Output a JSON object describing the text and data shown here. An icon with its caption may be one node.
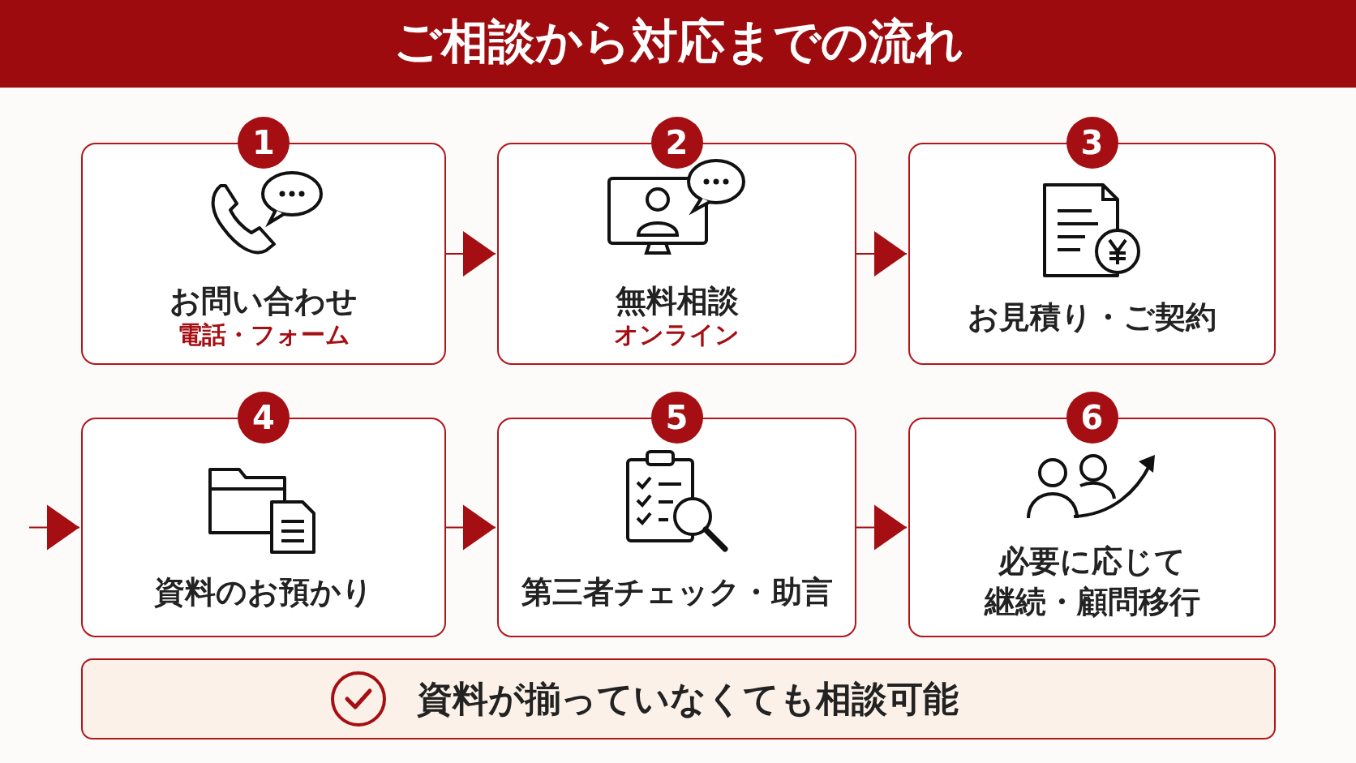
{
  "diagram": {
    "title": "ご相談から対応までの流れ",
    "nodes": [
      {
        "text": [
          "1",
          "お問い合わせ",
          "電話・フォーム"
        ]
      },
      {
        "text": [
          "2",
          "無料相談",
          "オンライン"
        ]
      },
      {
        "text": [
          "3",
          "お見積り・ご契約"
        ]
      },
      {
        "text": [
          "4",
          "資料のお預かり"
        ]
      },
      {
        "text": [
          "5",
          "第三者チェック・助言"
        ]
      },
      {
        "text": [
          "6",
          "必要に応じて継続・顧問移行"
        ]
      },
      {
        "text": [
          "資料が揃っていなくても相談可能"
        ]
      }
    ],
    "edges": [
      {
        "from": 0,
        "to": 1,
        "arrow": "to"
      },
      {
        "from": 1,
        "to": 2,
        "arrow": "to"
      },
      {
        "from": null,
        "to": 3,
        "arrow": "to"
      },
      {
        "from": 3,
        "to": 4,
        "arrow": "to"
      },
      {
        "from": 4,
        "to": 5,
        "arrow": "to"
      }
    ]
  }
}
